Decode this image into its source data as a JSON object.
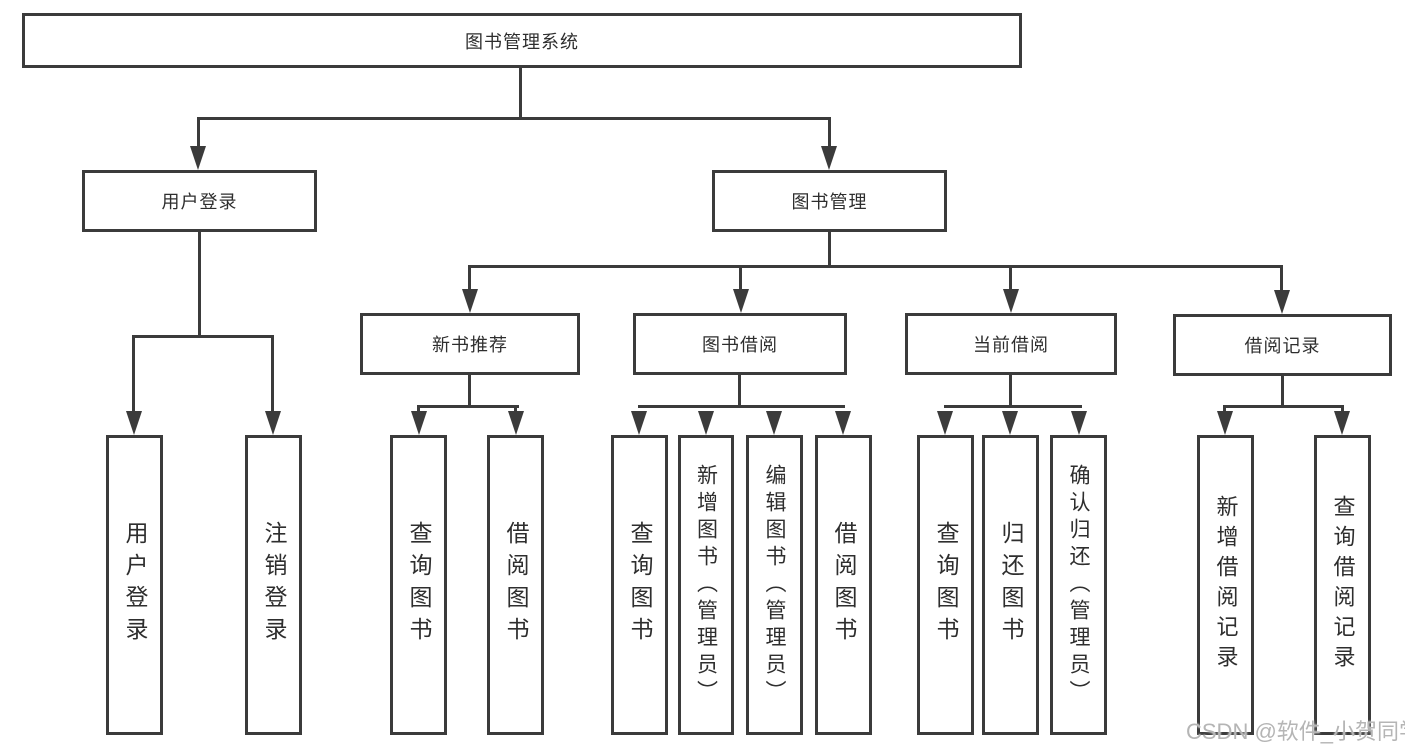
{
  "diagram": {
    "title": "图书管理系统",
    "root": {
      "label": "图书管理系统"
    },
    "level2": {
      "user_login": {
        "label": "用户登录"
      },
      "book_mgmt": {
        "label": "图书管理"
      }
    },
    "level3": {
      "new_book_rec": {
        "label": "新书推荐"
      },
      "book_borrow": {
        "label": "图书借阅"
      },
      "current_borrow": {
        "label": "当前借阅"
      },
      "borrow_record": {
        "label": "借阅记录"
      }
    },
    "leaves": {
      "user_login": {
        "label": "用户登录"
      },
      "logout": {
        "label": "注销登录"
      },
      "query_book_rec": {
        "label": "查询图书"
      },
      "borrow_book_rec": {
        "label": "借阅图书"
      },
      "query_book_borrow": {
        "label": "查询图书"
      },
      "add_book_admin": {
        "label": "新增图书（管理员）"
      },
      "edit_book_admin": {
        "label": "编辑图书（管理员）"
      },
      "borrow_book": {
        "label": "借阅图书"
      },
      "query_book_current": {
        "label": "查询图书"
      },
      "return_book": {
        "label": "归还图书"
      },
      "confirm_return_admin": {
        "label": "确认归还（管理员）"
      },
      "add_borrow_record": {
        "label": "新增借阅记录"
      },
      "query_borrow_record": {
        "label": "查询借阅记录"
      }
    }
  },
  "watermark": {
    "text": "CSDN @软件_小贺同学"
  },
  "colors": {
    "line": "#3b3b3b",
    "text": "#2e2e2e",
    "background": "#ffffff",
    "watermark": "#b5b5b5"
  }
}
